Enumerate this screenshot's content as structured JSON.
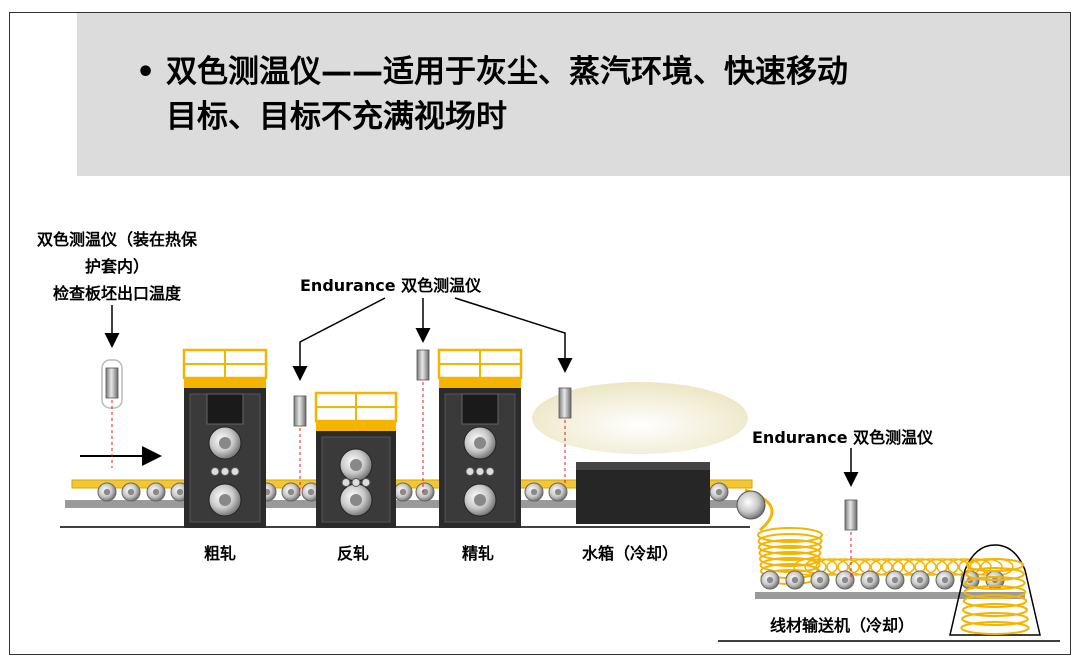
{
  "slide": {
    "bullet": "•",
    "title_line1": "双色测温仪——适用于灰尘、蒸汽环境、快速移动",
    "title_line2": "目标、目标不充满视场时"
  },
  "labels": {
    "sensor_left_line1": "双色测温仪（装在热保",
    "sensor_left_line2": "护套内）",
    "sensor_left_line3": "检查板坯出口温度",
    "endurance_top": "Endurance 双色测温仪",
    "endurance_right": "Endurance 双色测温仪",
    "roughing_mill": "粗轧",
    "reversing_mill": "反轧",
    "finishing_mill": "精轧",
    "water_box": "水箱（冷却）",
    "wire_conveyor": "线材输送机（冷却）"
  },
  "colors": {
    "header_bg": "#dcdcdc",
    "accent_yellow": "#f5b400",
    "hot_strip": "#f4c730",
    "mill_body": "#2b2b2b",
    "steam": "#f4f0d8",
    "laser_red": "#d82020"
  },
  "icons": [
    "ir-sensor-icon",
    "rolling-mill-icon",
    "roller-conveyor-icon",
    "wire-coil-icon",
    "arrow-icon"
  ]
}
